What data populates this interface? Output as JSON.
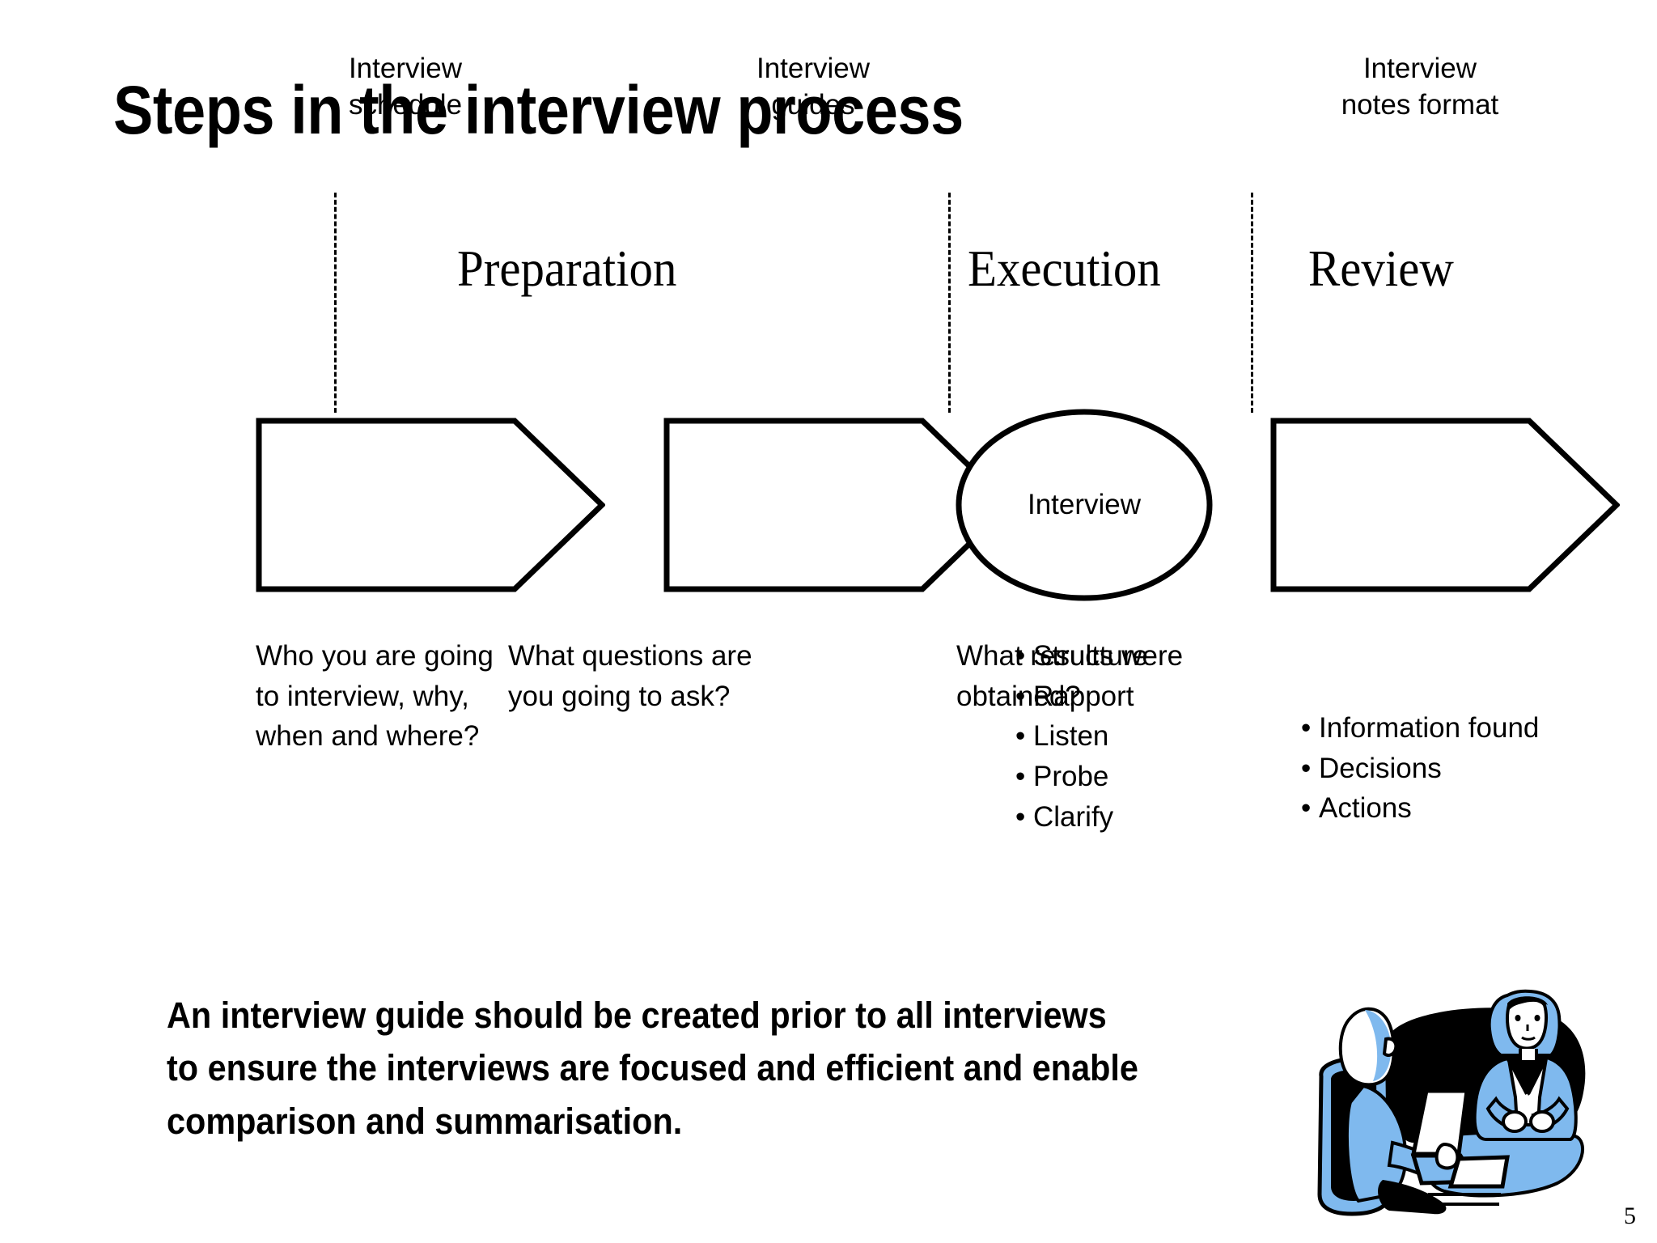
{
  "slide": {
    "title": "Steps in the interview process",
    "page_number": "5",
    "accent_color": "#7FB9EE",
    "line_color": "#000000",
    "background_color": "#FFFFFF"
  },
  "phases": [
    {
      "id": "preparation",
      "label": "Preparation"
    },
    {
      "id": "execution",
      "label": "Execution"
    },
    {
      "id": "review",
      "label": "Review"
    }
  ],
  "process_steps": [
    {
      "id": "interview-schedule",
      "shape": "chevron",
      "label": "Interview\nschedule",
      "caption": "Who you are going to interview, why, when and where?",
      "phase": "preparation"
    },
    {
      "id": "interview-guides",
      "shape": "chevron",
      "label": "Interview\nguides",
      "caption": "What questions are you going to ask?",
      "phase": "preparation"
    },
    {
      "id": "interview",
      "shape": "ellipse",
      "label": "Interview",
      "caption": "",
      "bullets": [
        "Structure",
        "Rapport",
        "Listen",
        "Probe",
        "Clarify"
      ],
      "phase": "execution"
    },
    {
      "id": "interview-notes-format",
      "shape": "chevron",
      "label": "Interview\nnotes format",
      "caption": "What results were obtained?",
      "bullets": [
        "Information found",
        "Decisions",
        "Actions"
      ],
      "phase": "review"
    }
  ],
  "captions": {
    "preparation_1": "Who you are going to interview, why, when and where?",
    "preparation_2": "What questions are you going to ask?",
    "review_intro": "What results were obtained?"
  },
  "execution_bullets": [
    "Structure",
    "Rapport",
    "Listen",
    "Probe",
    "Clarify"
  ],
  "review_bullets": [
    "Information found",
    "Decisions",
    "Actions"
  ],
  "bottom_statement": "An interview guide should be created prior to all interviews to ensure the interviews are focused and efficient and enable comparison and summarisation.",
  "clipart": {
    "name": "interview-illustration",
    "description": "Two people in an interview: interviewer seated in a chair taking notes on a laptop, interviewee seated across a table"
  }
}
